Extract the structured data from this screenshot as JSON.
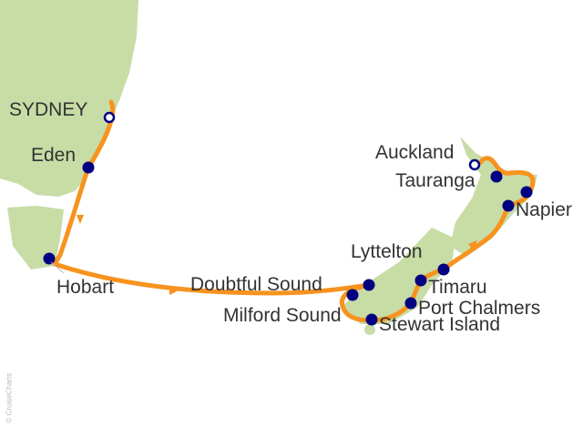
{
  "colors": {
    "land": "#c8dca6",
    "route": "#f7931e",
    "port": "#000080",
    "water": "#ffffff"
  },
  "watermark": "© CruiseCharts",
  "ports": [
    {
      "name": "SYDNEY",
      "type": "embark"
    },
    {
      "name": "Eden",
      "type": "stop"
    },
    {
      "name": "Hobart",
      "type": "stop"
    },
    {
      "name": "Doubtful Sound",
      "type": "stop"
    },
    {
      "name": "Milford Sound",
      "type": "stop"
    },
    {
      "name": "Stewart Island",
      "type": "stop"
    },
    {
      "name": "Port Chalmers",
      "type": "stop"
    },
    {
      "name": "Timaru",
      "type": "stop"
    },
    {
      "name": "Lyttelton",
      "type": "stop"
    },
    {
      "name": "Napier",
      "type": "stop"
    },
    {
      "name": "Tauranga",
      "type": "stop"
    },
    {
      "name": "Auckland",
      "type": "disembark"
    }
  ]
}
